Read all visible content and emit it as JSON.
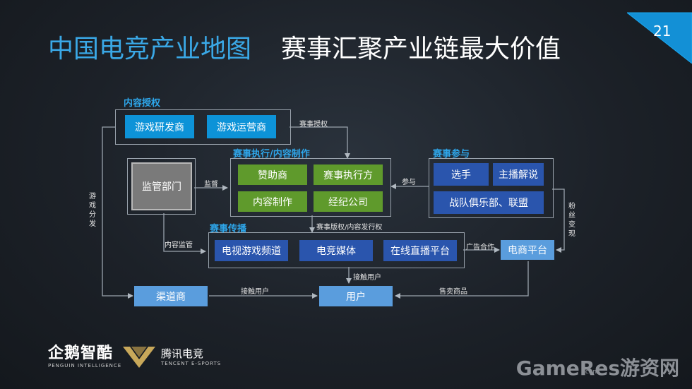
{
  "header": {
    "title_main": "中国电竞产业地图",
    "title_sub": "赛事汇聚产业链最大价值",
    "page_number": "21"
  },
  "sections": {
    "content_license": "内容授权",
    "execution": "赛事执行/内容制作",
    "participation": "赛事参与",
    "broadcast": "赛事传播"
  },
  "nodes": {
    "developer": "游戏研发商",
    "operator": "游戏运营商",
    "regulator": "监管部门",
    "sponsor": "赞助商",
    "executor": "赛事执行方",
    "content_production": "内容制作",
    "agency": "经纪公司",
    "player": "选手",
    "caster": "主播解说",
    "club": "战队俱乐部、联盟",
    "tv_channel": "电视游戏频道",
    "esports_media": "电竞媒体",
    "live_platform": "在线直播平台",
    "ecommerce": "电商平台",
    "channel": "渠道商",
    "user": "用户"
  },
  "edges": {
    "event_license": "赛事授权",
    "supervise": "监督",
    "participate": "参与",
    "copyright": "赛事版权/内容发行权",
    "content_supervise": "内容监管",
    "ad_coop": "广告合作",
    "reach_user_down": "接触用户",
    "reach_user_channel": "接触用户",
    "sell_goods": "售卖商品",
    "game_distribution": "游戏分发",
    "fan_monetize": "粉丝变现"
  },
  "logos": {
    "penguin_main": "企鹅智酷",
    "penguin_sub": "PENGUIN INTELLIGENCE",
    "tencent_main": "腾讯电竞",
    "tencent_sub": "TENCENT E-SPORTS"
  },
  "watermark": {
    "text": "GameRes游资网",
    "domain": ".com"
  },
  "colors": {
    "title": "#3aa8e6",
    "section": "#2ea6ea",
    "cyan_box": "#0d93d8",
    "green_box": "#5f9a2c",
    "navy_box": "#2a55ad",
    "light_box": "#5a9ddd"
  }
}
